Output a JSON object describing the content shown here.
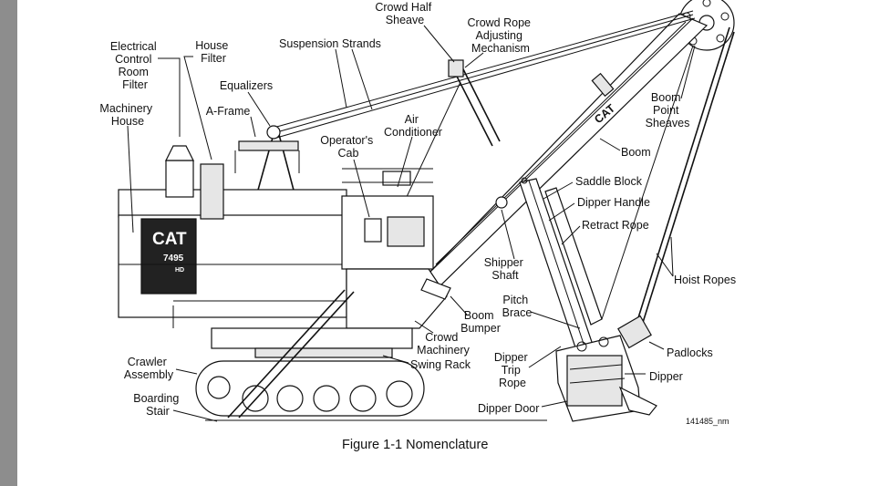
{
  "figure": {
    "caption": "Figure 1-1 Nomenclature",
    "reference": "141485_nm"
  },
  "machine": {
    "brand": "CAT",
    "model": "7495",
    "model_suffix": "HD"
  },
  "labels": {
    "crowd_half_sheave": [
      "Crowd Half",
      "Sheave"
    ],
    "crowd_rope_adjusting": [
      "Crowd Rope",
      "Adjusting",
      "Mechanism"
    ],
    "electrical_room": [
      "Electrical",
      "Control",
      "Room",
      "Filter"
    ],
    "house_filter": [
      "House",
      "Filter"
    ],
    "suspension_strands": [
      "Suspension Strands"
    ],
    "equalizers": [
      "Equalizers"
    ],
    "machinery_house": [
      "Machinery",
      "House"
    ],
    "a_frame": [
      "A-Frame"
    ],
    "operators_cab": [
      "Operator's",
      "Cab"
    ],
    "air_conditioner": [
      "Air",
      "Conditioner"
    ],
    "boom_point_sheaves": [
      "Boom",
      "Point",
      "Sheaves"
    ],
    "boom": [
      "Boom"
    ],
    "saddle_block": [
      "Saddle Block"
    ],
    "dipper_handle": [
      "Dipper Handle"
    ],
    "retract_rope": [
      "Retract Rope"
    ],
    "shipper_shaft": [
      "Shipper",
      "Shaft"
    ],
    "hoist_ropes": [
      "Hoist Ropes"
    ],
    "pitch_brace": [
      "Pitch",
      "Brace"
    ],
    "boom_bumper": [
      "Boom",
      "Bumper"
    ],
    "crowd_machinery": [
      "Crowd",
      "Machinery"
    ],
    "swing_rack": [
      "Swing Rack"
    ],
    "padlocks": [
      "Padlocks"
    ],
    "crawler_assembly": [
      "Crawler",
      "Assembly"
    ],
    "dipper_trip_rope": [
      "Dipper",
      "Trip",
      "Rope"
    ],
    "dipper": [
      "Dipper"
    ],
    "boarding_stair": [
      "Boarding",
      "Stair"
    ],
    "dipper_door": [
      "Dipper Door"
    ]
  }
}
